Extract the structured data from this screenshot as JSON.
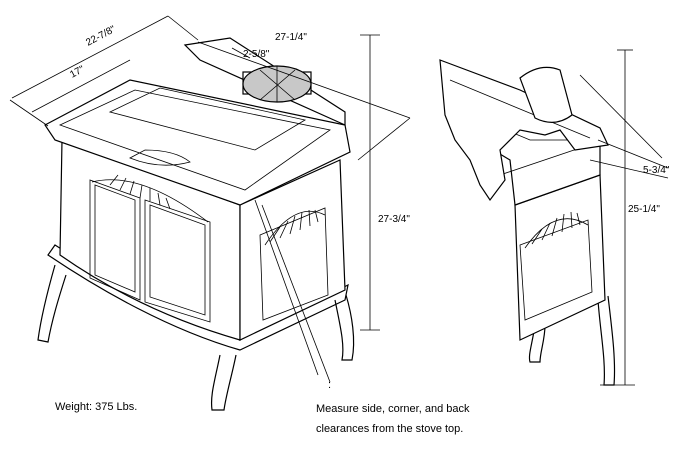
{
  "dimensions": {
    "depth": "22-7/8\"",
    "inner_depth": "17\"",
    "width": "27-1/4\"",
    "flue_offset": "2-5/8\"",
    "height": "27-3/4\"",
    "rear_offset": "5-3/4\"",
    "rear_height": "25-1/4\""
  },
  "notes": {
    "weight": "Weight: 375 Lbs.",
    "marker": ":",
    "measure_line1": "Measure side, corner, and back",
    "measure_line2": "clearances from the stove top."
  },
  "colors": {
    "line": "#000000",
    "flue": "#c8c8c8",
    "background": "#ffffff"
  }
}
